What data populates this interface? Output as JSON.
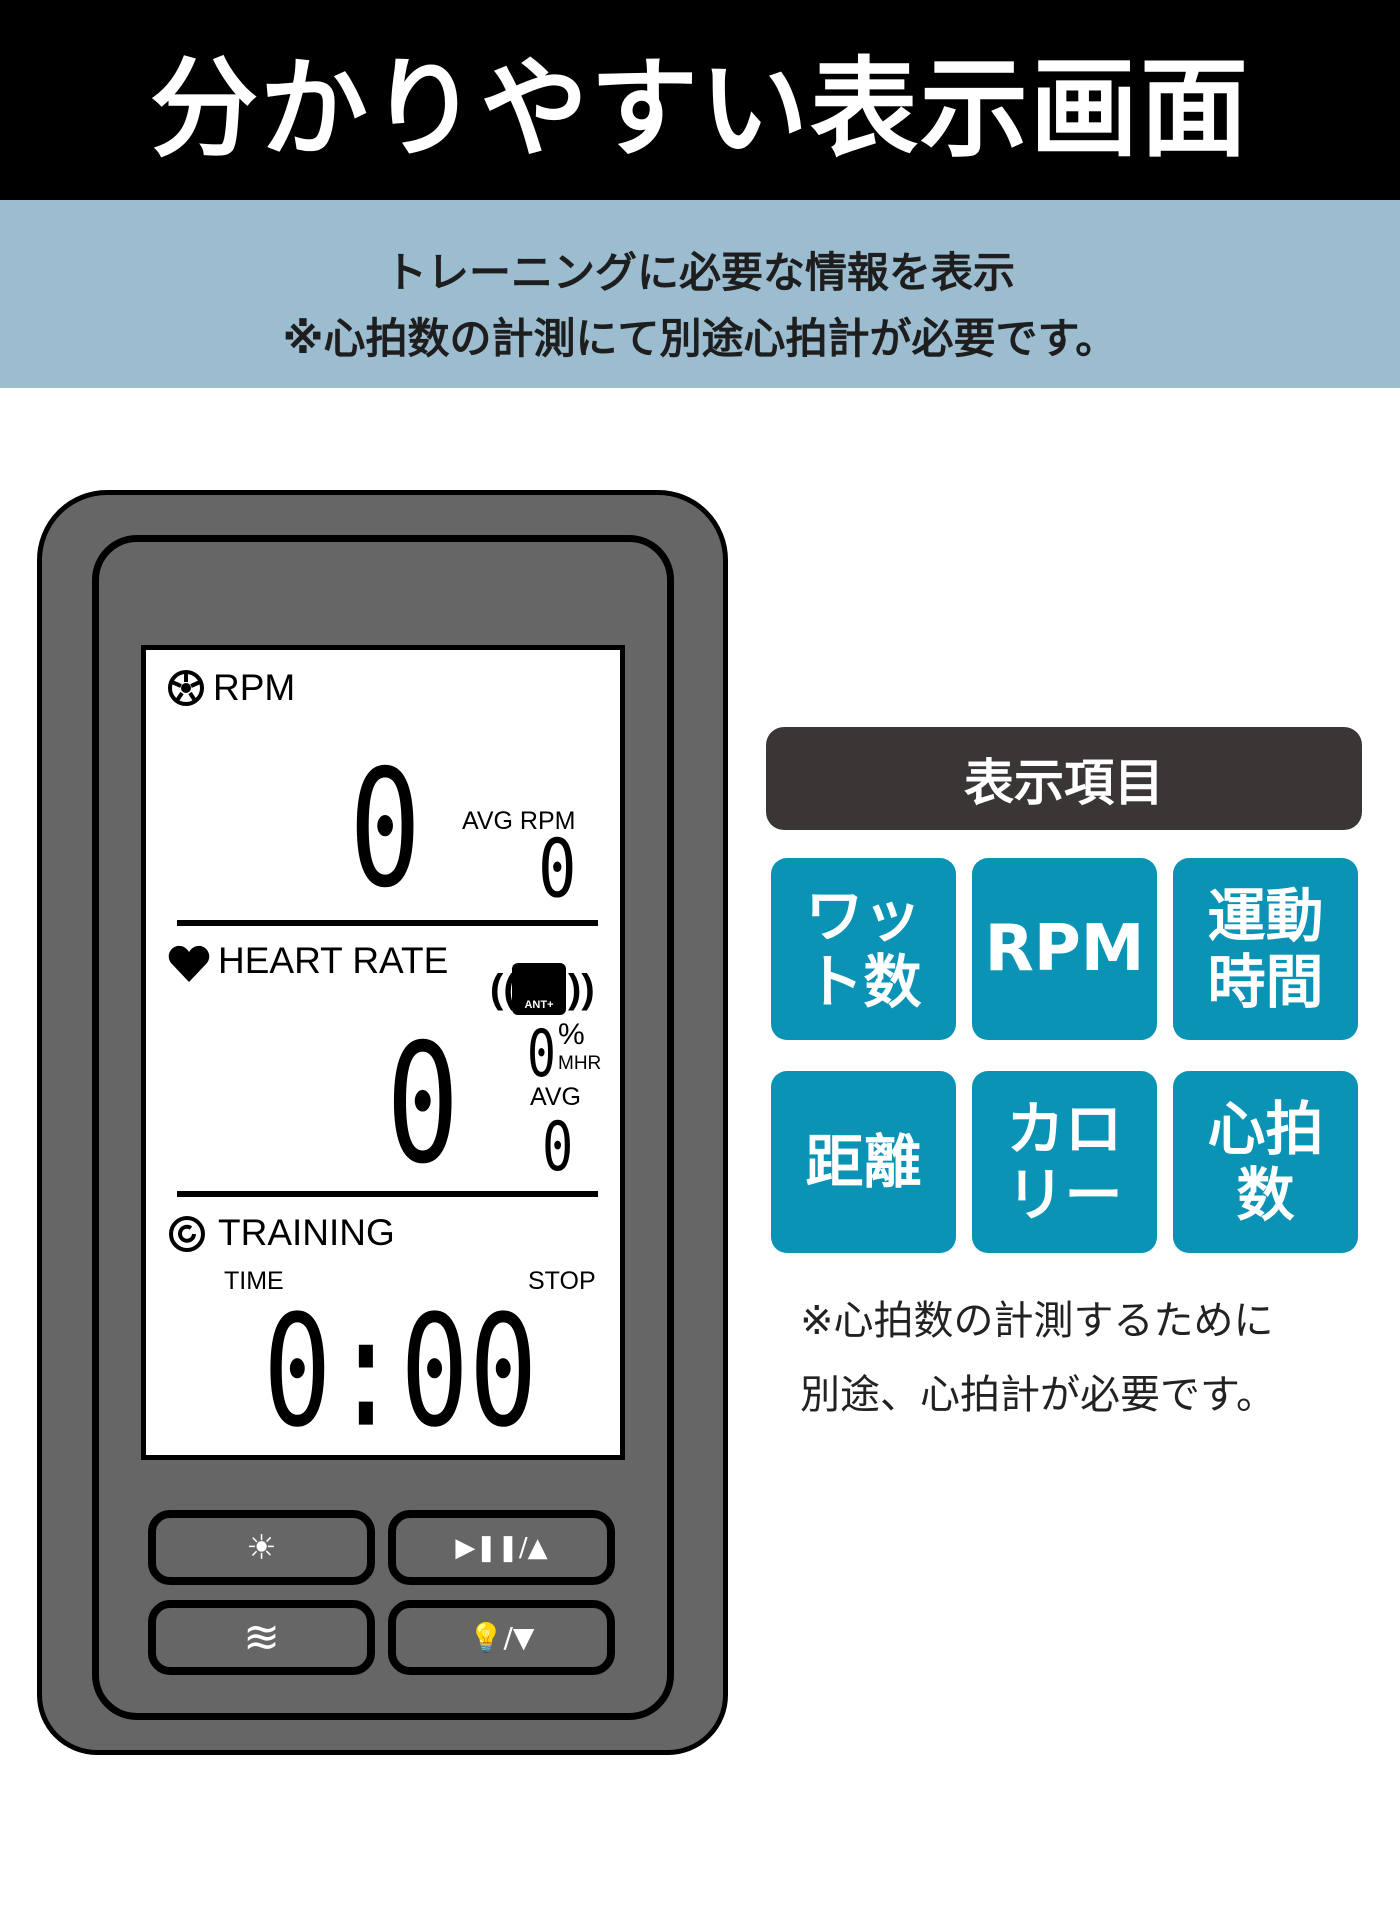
{
  "header": {
    "title": "分かりやすい表示画面"
  },
  "band": {
    "line1": "トレーニングに必要な情報を表示",
    "line2": "※心拍数の計測にて別途心拍計が必要です。"
  },
  "display": {
    "rpm": {
      "label": "RPM",
      "value": "0",
      "avg_label": "AVG RPM",
      "avg_value": "0"
    },
    "heart_rate": {
      "label": "HEART RATE",
      "value": "0",
      "mhr_value": "0",
      "percent": "%",
      "mhr_label": "MHR",
      "avg_label": "AVG",
      "avg_value": "0",
      "ant_label": "ANT+"
    },
    "training": {
      "label": "TRAINING",
      "time_label": "TIME",
      "status": "STOP",
      "time": "0:00"
    }
  },
  "buttons": [
    {
      "icon": "brightness-icon",
      "glyph": "☀"
    },
    {
      "icon": "play-pause-up-icon",
      "glyph": "▶❚❚/▲"
    },
    {
      "icon": "wave-icon",
      "glyph": "≋"
    },
    {
      "icon": "bulb-down-icon",
      "glyph": "💡/▼"
    }
  ],
  "panel": {
    "title": "表示項目",
    "items": [
      "ワッ\nト数",
      "RPM",
      "運動\n時間",
      "距離",
      "カロ\nリー",
      "心拍\n数"
    ]
  },
  "note": {
    "line1": "※心拍数の計測するために",
    "line2": "別途、心拍計が必要です。"
  },
  "colors": {
    "tile": "#0a93b4",
    "band": "#9cbcd0",
    "device": "#666666"
  }
}
